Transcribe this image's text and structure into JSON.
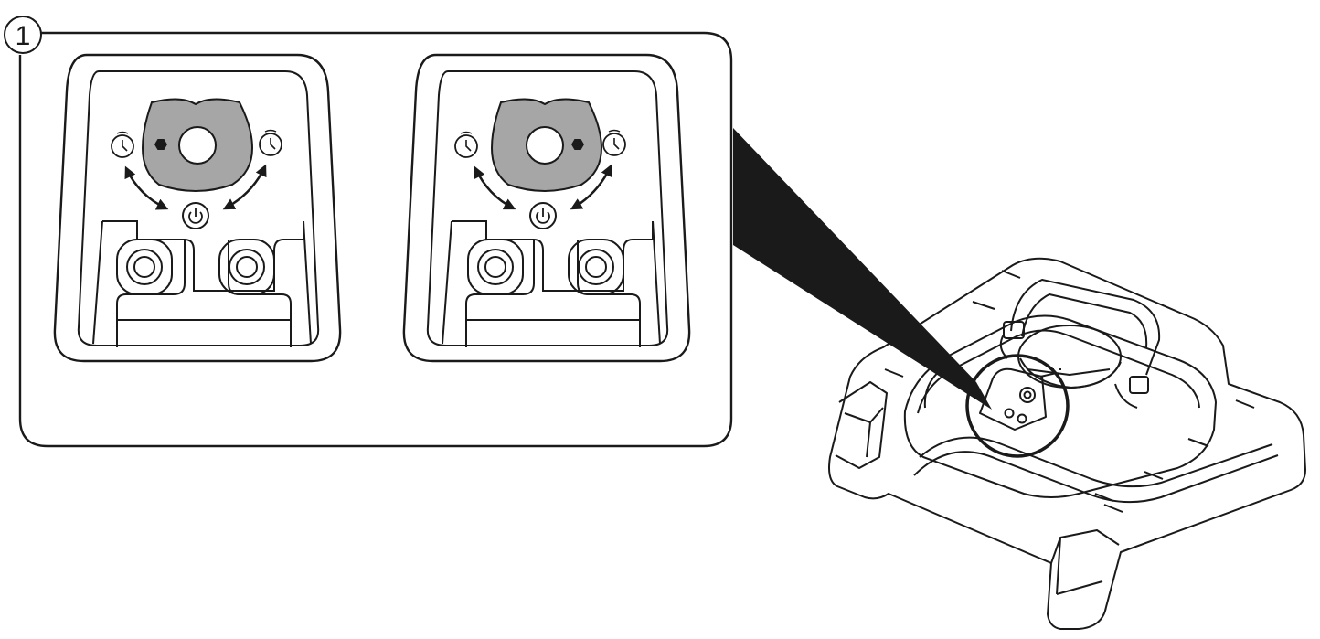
{
  "figure": {
    "step_number": "1",
    "colors": {
      "line": "#1a1a1a",
      "dial_fill": "#a6a6a6",
      "background": "#ffffff"
    },
    "icons": [
      "clock-icon",
      "power-icon",
      "hex-marker-icon",
      "double-arrow-icon"
    ],
    "panels": [
      {
        "marker_position": "left"
      },
      {
        "marker_position": "right"
      }
    ]
  }
}
